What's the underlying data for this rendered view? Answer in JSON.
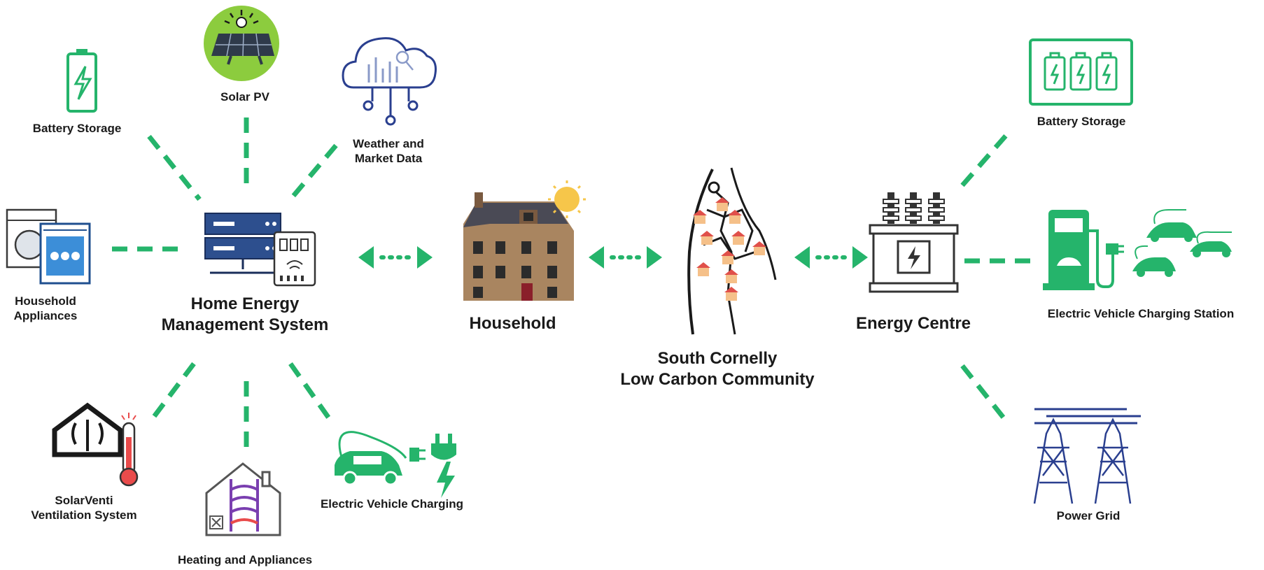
{
  "labels": {
    "battery_storage_left": "Battery Storage",
    "solar_pv": "Solar PV",
    "weather_market_1": "Weather and",
    "weather_market_2": "Market Data",
    "household_appliances_1": "Household",
    "household_appliances_2": "Appliances",
    "hems_1": "Home Energy",
    "hems_2": "Management System",
    "solarventi_1": "SolarVenti",
    "solarventi_2": "Ventilation System",
    "heating_appliances": "Heating and Appliances",
    "ev_charging": "Electric Vehicle Charging",
    "household": "Household",
    "community_1": "South Cornelly",
    "community_2": "Low Carbon Community",
    "energy_centre": "Energy Centre",
    "battery_storage_right": "Battery Storage",
    "ev_charging_station": "Electric Vehicle Charging Station",
    "power_grid": "Power Grid"
  },
  "colors": {
    "connector_green": "#25b46b",
    "icon_navy": "#2a3f8f",
    "house_brick": "#a98560",
    "roof": "#4a4a55"
  },
  "icons": [
    "battery-icon",
    "solar-panel-icon",
    "cloud-data-icon",
    "washing-machine-icon",
    "server-rack-icon",
    "house-icon",
    "sun-icon",
    "community-map-icon",
    "transformer-icon",
    "battery-bank-icon",
    "ev-charger-icon",
    "car-icon",
    "power-pylon-icon",
    "thermometer-icon",
    "heating-house-icon",
    "plug-icon"
  ]
}
